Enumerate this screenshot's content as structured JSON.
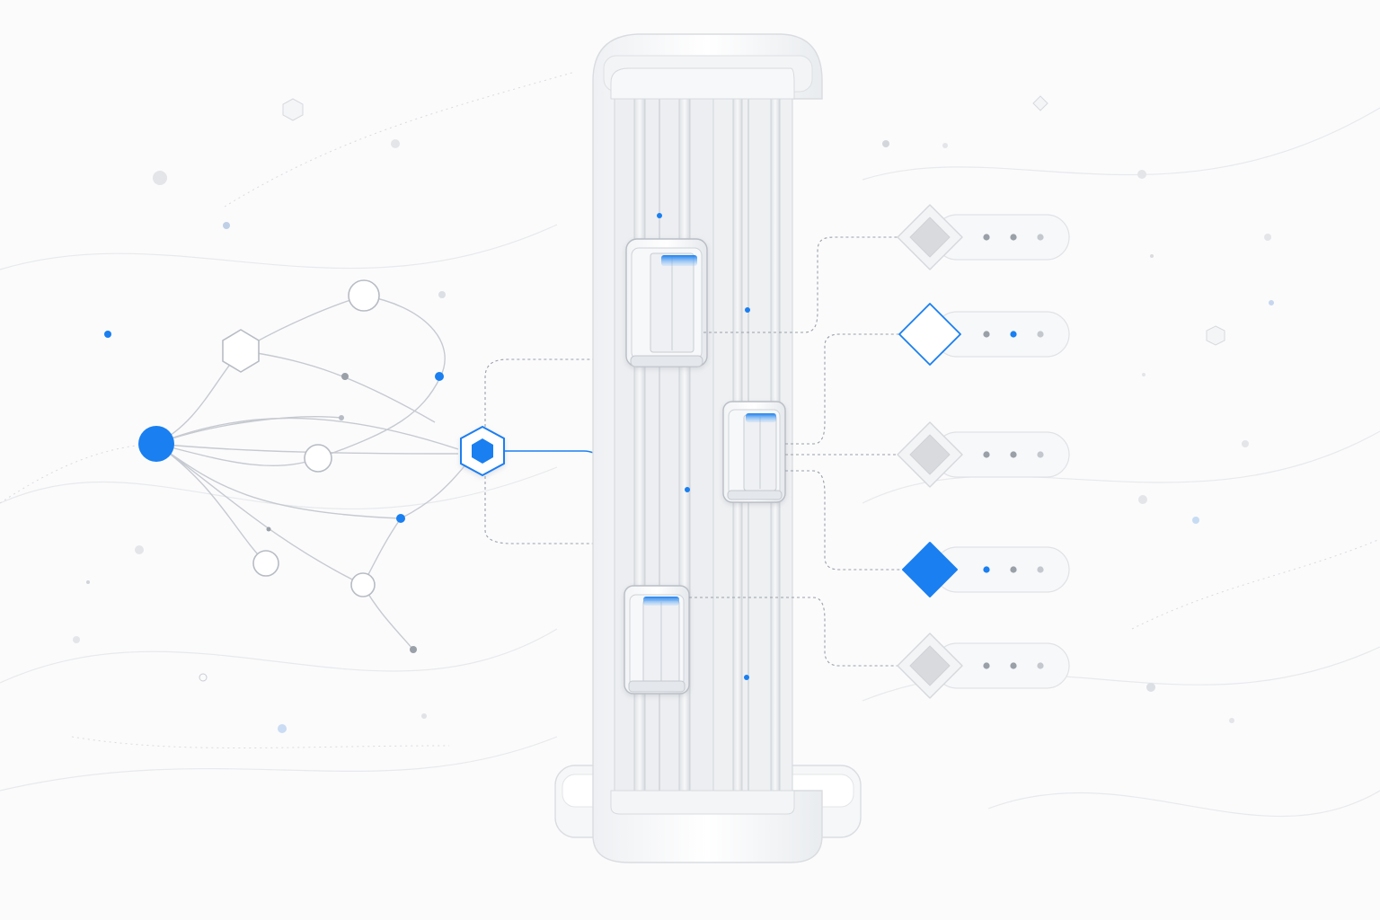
{
  "colors": {
    "accent": "#1a7ff0",
    "line": "#c4c8ce",
    "dashed": "#9aa0a8",
    "node_fill": "#ffffff",
    "node_stroke": "#b7bcc4",
    "chip_gray": "#d8dadd",
    "background": "#fbfbfc"
  },
  "network": {
    "source_node": {
      "shape": "circle",
      "state": "active"
    },
    "hub_node": {
      "shape": "hexagon",
      "state": "active"
    },
    "nodes": [
      {
        "id": "n1",
        "shape": "circle",
        "state": "idle"
      },
      {
        "id": "n2",
        "shape": "hexagon",
        "state": "idle"
      },
      {
        "id": "n3",
        "shape": "circle",
        "state": "idle"
      },
      {
        "id": "n4",
        "shape": "circle",
        "state": "idle"
      },
      {
        "id": "n5",
        "shape": "circle",
        "state": "idle"
      }
    ]
  },
  "tower": {
    "shafts": 2,
    "cars": [
      {
        "id": "car-1",
        "shaft": "left",
        "position": "upper",
        "light": "on"
      },
      {
        "id": "car-2",
        "shaft": "right",
        "position": "middle",
        "light": "on"
      },
      {
        "id": "car-3",
        "shaft": "left",
        "position": "lower",
        "light": "on"
      }
    ]
  },
  "queue": {
    "items": [
      {
        "id": "slot-1",
        "state": "idle",
        "indicators": [
          "off",
          "off",
          "off"
        ]
      },
      {
        "id": "slot-2",
        "state": "selected",
        "indicators": [
          "off",
          "on",
          "off"
        ]
      },
      {
        "id": "slot-3",
        "state": "idle",
        "indicators": [
          "off",
          "off",
          "off"
        ]
      },
      {
        "id": "slot-4",
        "state": "active",
        "indicators": [
          "on",
          "off",
          "off"
        ]
      },
      {
        "id": "slot-5",
        "state": "idle",
        "indicators": [
          "off",
          "off",
          "off"
        ]
      }
    ]
  }
}
